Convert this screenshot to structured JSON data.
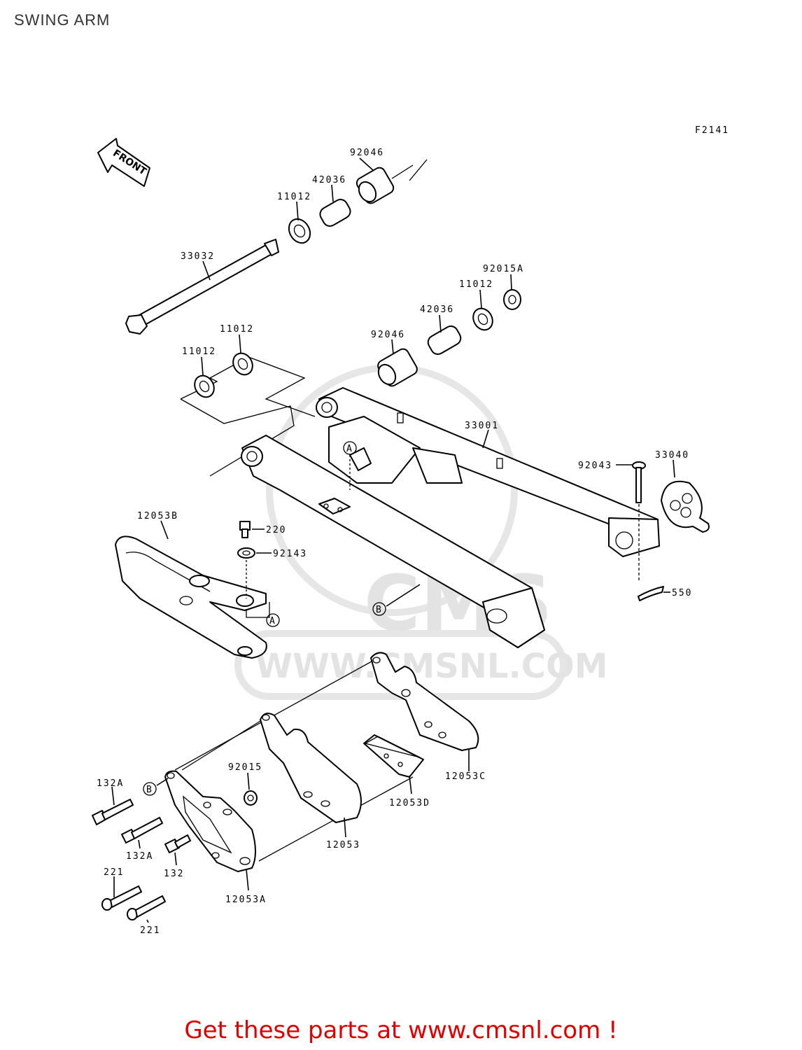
{
  "page": {
    "title": "SWING ARM"
  },
  "diagram": {
    "code": "F2141",
    "front_label": "FRONT",
    "watermark": {
      "text": "WWW.CMSNL.COM",
      "logo": "CMS"
    },
    "callouts": {
      "a": "A",
      "b": "B"
    },
    "labels": {
      "p92046_top": "92046",
      "p42036_top": "42036",
      "p11012_top": "11012",
      "p33032": "33032",
      "p92015a": "92015A",
      "p11012_right": "11012",
      "p42036_mid": "42036",
      "p92046_mid": "92046",
      "p11012_mid": "11012",
      "p11012_left": "11012",
      "p33001": "33001",
      "p92043": "92043",
      "p33040": "33040",
      "p12053b": "12053B",
      "p220": "220",
      "p92143": "92143",
      "p550": "550",
      "p92015": "92015",
      "p132a_top": "132A",
      "p132a_mid": "132A",
      "p132": "132",
      "p221_top": "221",
      "p221_bot": "221",
      "p12053a": "12053A",
      "p12053": "12053",
      "p12053d": "12053D",
      "p12053c": "12053C"
    }
  },
  "footer": {
    "text": "Get these parts at www.cmsnl.com !"
  }
}
